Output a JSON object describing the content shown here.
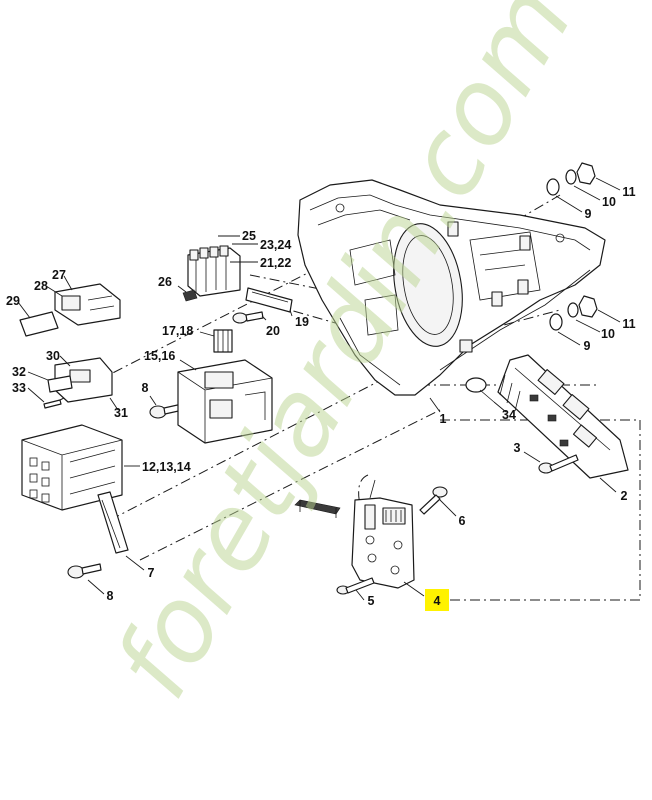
{
  "diagram": {
    "part_labels": [
      "1",
      "2",
      "3",
      "4",
      "5",
      "6",
      "7",
      "8",
      "8",
      "9",
      "9",
      "10",
      "10",
      "11",
      "11",
      "12,13,14",
      "15,16",
      "17,18",
      "19",
      "20",
      "21,22",
      "23,24",
      "25",
      "26",
      "27",
      "28",
      "29",
      "30",
      "31",
      "32",
      "33",
      "34"
    ],
    "highlighted_label": "4",
    "highlight_color": "#fff200",
    "watermark": "foretjardin.com",
    "watermark_color": "#b9d48f"
  }
}
